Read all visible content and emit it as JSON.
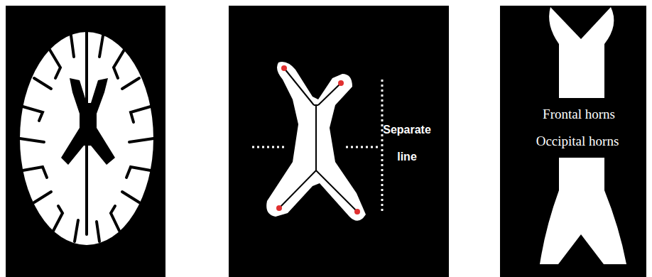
{
  "diagram": {
    "labels": [
      "Separate line",
      "Frontal horns",
      "Occipital horns"
    ]
  }
}
